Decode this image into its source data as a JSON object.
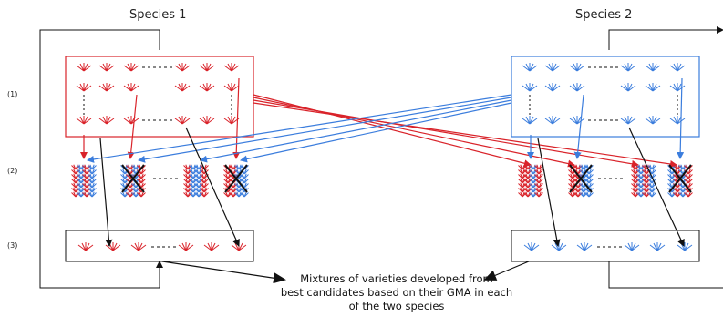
{
  "species": [
    {
      "title": "Species 1",
      "color": "#d9232a"
    },
    {
      "title": "Species 2",
      "color": "#3b7ddd"
    }
  ],
  "step_labels": [
    "(1)",
    "(2)",
    "(3)"
  ],
  "caption_lines": [
    "Mixtures of varieties developed from",
    "best candidates based on their GMA in each",
    "of the two species"
  ],
  "colors": {
    "line": "#111111",
    "red": "#d9232a",
    "blue": "#3b7ddd",
    "cross": "#111111"
  }
}
